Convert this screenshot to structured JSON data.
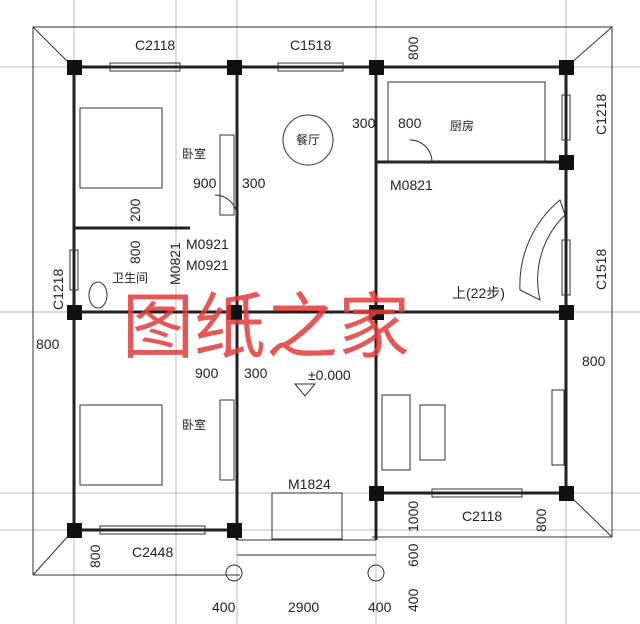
{
  "plan": {
    "rooms": {
      "bedroom_top": "卧室",
      "bedroom_bottom": "卧室",
      "dining": "餐厅",
      "kitchen": "厨房",
      "bathroom": "卫生间"
    },
    "windows": {
      "top_left": "C2118",
      "top_mid": "C1518",
      "right_top": "C1218",
      "right_mid": "C1518",
      "left_mid": "C1218",
      "bottom_left": "C2448",
      "bottom_right": "C2118"
    },
    "doors": {
      "kitchen": "M0821",
      "bedroom_top": "M0921",
      "bathroom": "M0821",
      "bedroom_bottom": "M0921",
      "entrance": "M1824"
    },
    "dimensions": {
      "top_eave": "800",
      "dining_300": "300",
      "kitchen_800": "800",
      "bed_900": "900",
      "bed_300": "300",
      "bath_200": "200",
      "bath_800": "800",
      "left_eave": "800",
      "bed2_900": "900",
      "bed2_300": "300",
      "right_eave": "800",
      "front_1000": "1000",
      "bottom_right_eave": "800",
      "bottom_left_eave": "800",
      "porch_600": "600",
      "porch_400": "400",
      "bottom_400_left": "400",
      "bottom_2900": "2900",
      "bottom_400_right": "400"
    },
    "stair_label": "上(22步)",
    "level": "±0.000",
    "watermark": "图纸之家"
  }
}
